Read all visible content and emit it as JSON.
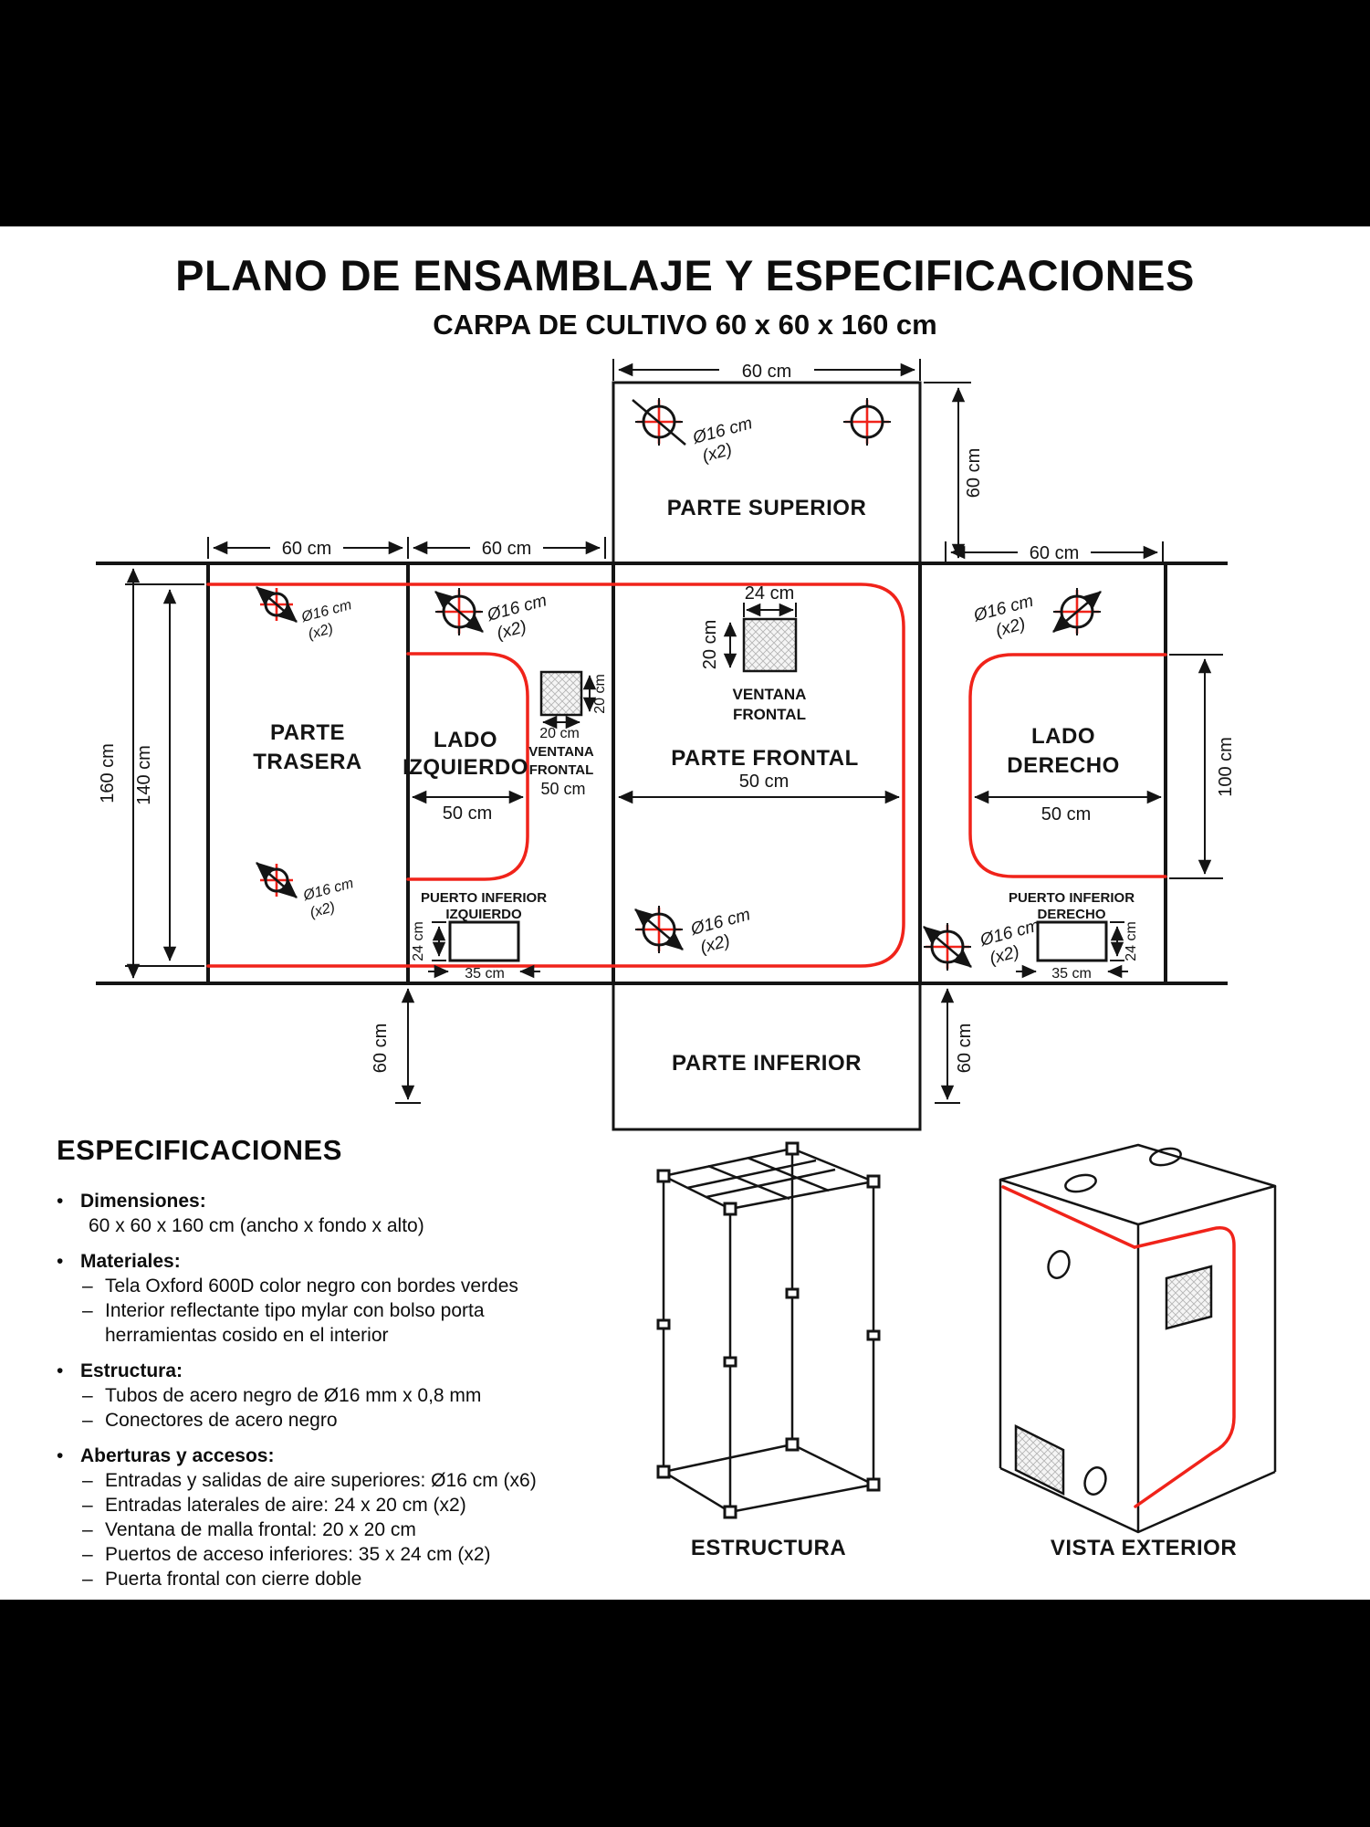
{
  "title": "PLANO DE ENSAMBLAJE Y ESPECIFICACIONES",
  "subtitle": "CARPA DE CULTIVO 60 x 60 x 160 cm",
  "colors": {
    "accent_red": "#f0231a",
    "line_black": "#141414",
    "paper": "#ffffff",
    "bar": "#000000"
  },
  "blueprint": {
    "panels": {
      "superior": "PARTE SUPERIOR",
      "trasera1": "PARTE",
      "trasera2": "TRASERA",
      "izquierdo1": "LADO",
      "izquierdo2": "IZQUIERDO",
      "frontal": "PARTE FRONTAL",
      "derecho1": "LADO",
      "derecho2": "DERECHO",
      "inferior": "PARTE INFERIOR"
    },
    "dims": {
      "d60": "60 cm",
      "d160": "160 cm",
      "d140": "140 cm",
      "d50": "50 cm",
      "d100": "100 cm",
      "d24": "24 cm",
      "d20": "20 cm",
      "d35": "35 cm"
    },
    "vent_label1": "Ø16 cm",
    "vent_label2": "(x2)",
    "ventana1": "VENTANA",
    "ventana2": "FRONTAL",
    "ventana_50": "50 cm",
    "puerto_izq1": "PUERTO INFERIOR",
    "puerto_izq2": "IZQUIERDO",
    "puerto_der1": "PUERTO INFERIOR",
    "puerto_der2": "DERECHO"
  },
  "specs": {
    "heading": "ESPECIFICACIONES",
    "sections": {
      "dimensiones": {
        "title": "Dimensiones:",
        "value": "60 x 60 x 160 cm (ancho x fondo x alto)"
      },
      "materiales": {
        "title": "Materiales:",
        "item1": "Tela Oxford 600D color negro con bordes verdes",
        "item2": "Interior reflectante tipo mylar con bolso porta",
        "item2b": "herramientas cosido en el interior"
      },
      "estructura": {
        "title": "Estructura:",
        "item1": "Tubos de acero negro de Ø16 mm x 0,8 mm",
        "item2": "Conectores de acero negro"
      },
      "aberturas": {
        "title": "Aberturas y accesos:",
        "item1": "Entradas y salidas de aire superiores: Ø16 cm (x6)",
        "item2": "Entradas laterales de aire: 24 x 20 cm (x2)",
        "item3": "Ventana de malla frontal: 20 x 20 cm",
        "item4": "Puertos de acceso inferiores: 35 x 24 cm (x2)",
        "item5": "Puerta frontal con cierre doble"
      }
    }
  },
  "captions": {
    "estructura": "ESTRUCTURA",
    "vista": "VISTA EXTERIOR"
  },
  "glyphs": {
    "bullet": "•",
    "dash": "–"
  }
}
